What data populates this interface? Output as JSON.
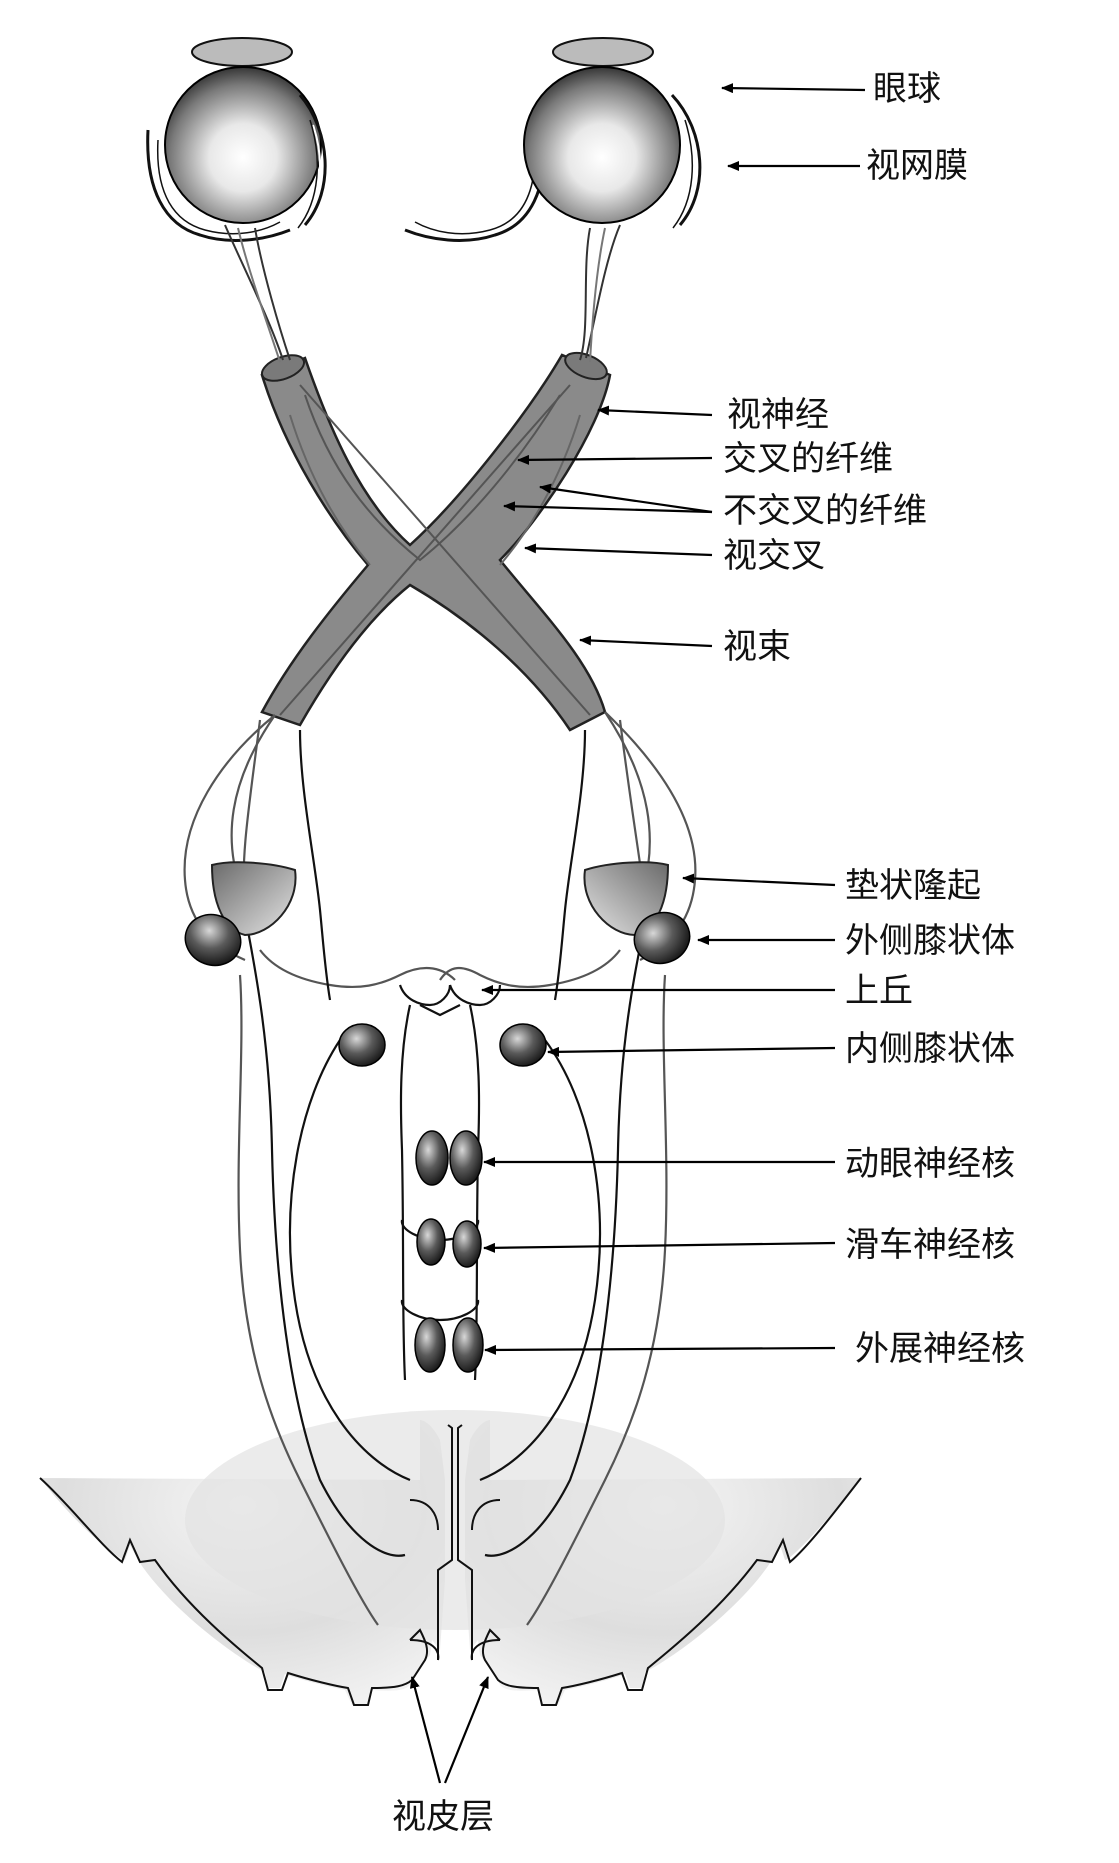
{
  "labels": {
    "eyeball": "眼球",
    "retina": "视网膜",
    "optic_nerve": "视神经",
    "crossed_fibers": "交叉的纤维",
    "uncrossed_fibers": "不交叉的纤维",
    "optic_chiasm": "视交叉",
    "optic_tract": "视束",
    "pulvinar": "垫状隆起",
    "lateral_geniculate": "外侧膝状体",
    "superior_colliculus": "上丘",
    "medial_geniculate": "内侧膝状体",
    "oculomotor_nucleus": "动眼神经核",
    "trochlear_nucleus": "滑车神经核",
    "abducens_nucleus": "外展神经核",
    "visual_cortex": "视皮层"
  }
}
